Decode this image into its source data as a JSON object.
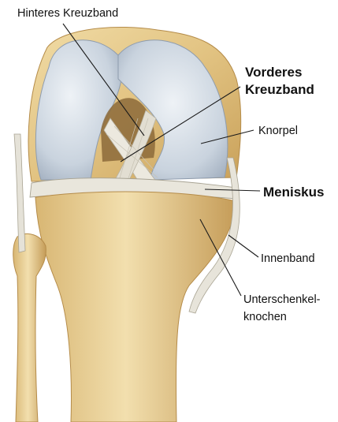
{
  "labels": {
    "hinteres_kreuzband": "Hinteres Kreuzband",
    "vorderes_kreuzband_line1": "Vorderes",
    "vorderes_kreuzband_line2": "Kreuzband",
    "knorpel": "Knorpel",
    "meniskus": "Meniskus",
    "innenband": "Innenband",
    "unterschenkelknochen_line1": "Unterschenkel-",
    "unterschenkelknochen_line2": "knochen"
  },
  "colors": {
    "bone": "#e6c98a",
    "bone_shadow": "#c9a15a",
    "cartilage": "#cfd8e2",
    "cartilage_shadow": "#a9b6c6",
    "ligament": "#e8e6dc",
    "leader_line": "#1a1a1a",
    "background": "#ffffff"
  }
}
